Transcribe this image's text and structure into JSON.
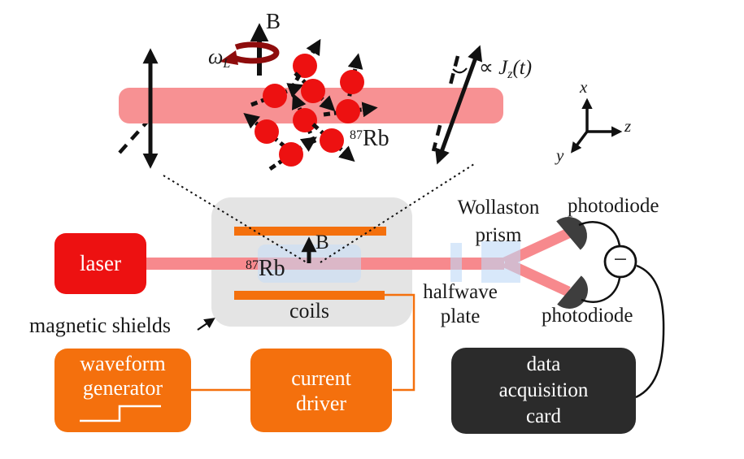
{
  "figure": {
    "top": {
      "b_label": "B",
      "larmor": {
        "symbol": "ω",
        "sub": "L"
      },
      "jz": {
        "prop": "∝ ",
        "j": "J",
        "sub": "z",
        "rest": "(t)"
      },
      "rb": {
        "sup": "87",
        "name": "Rb"
      },
      "axes": {
        "x": "x",
        "y": "y",
        "z": "z"
      }
    },
    "apparatus": {
      "laser": "laser",
      "shields": "magnetic shields",
      "coils": "coils",
      "cell_rb": {
        "sup": "87",
        "name": "Rb"
      },
      "cell_b": "B",
      "halfwave": {
        "line1": "halfwave",
        "line2": "plate"
      },
      "wollaston": {
        "line1": "Wollaston",
        "line2": "prism"
      },
      "photodiode_top": "photodiode",
      "photodiode_bottom": "photodiode",
      "difference": "−"
    },
    "electronics": {
      "waveform": {
        "line1": "waveform",
        "line2": "generator"
      },
      "current": {
        "line1": "current",
        "line2": "driver"
      },
      "daq": {
        "line1": "data",
        "line2": "acquisition",
        "line3": "card"
      }
    },
    "colors": {
      "red": "#ed1111",
      "beam_pink": "#f79193",
      "orange": "#f4700d",
      "shield_gray": "#e4e4e4",
      "cell_blue": "#d6e6f8",
      "dark": "#2b2b2b",
      "photodiode_gray": "#3e3e3e",
      "maroon": "#8e0c0c"
    }
  }
}
